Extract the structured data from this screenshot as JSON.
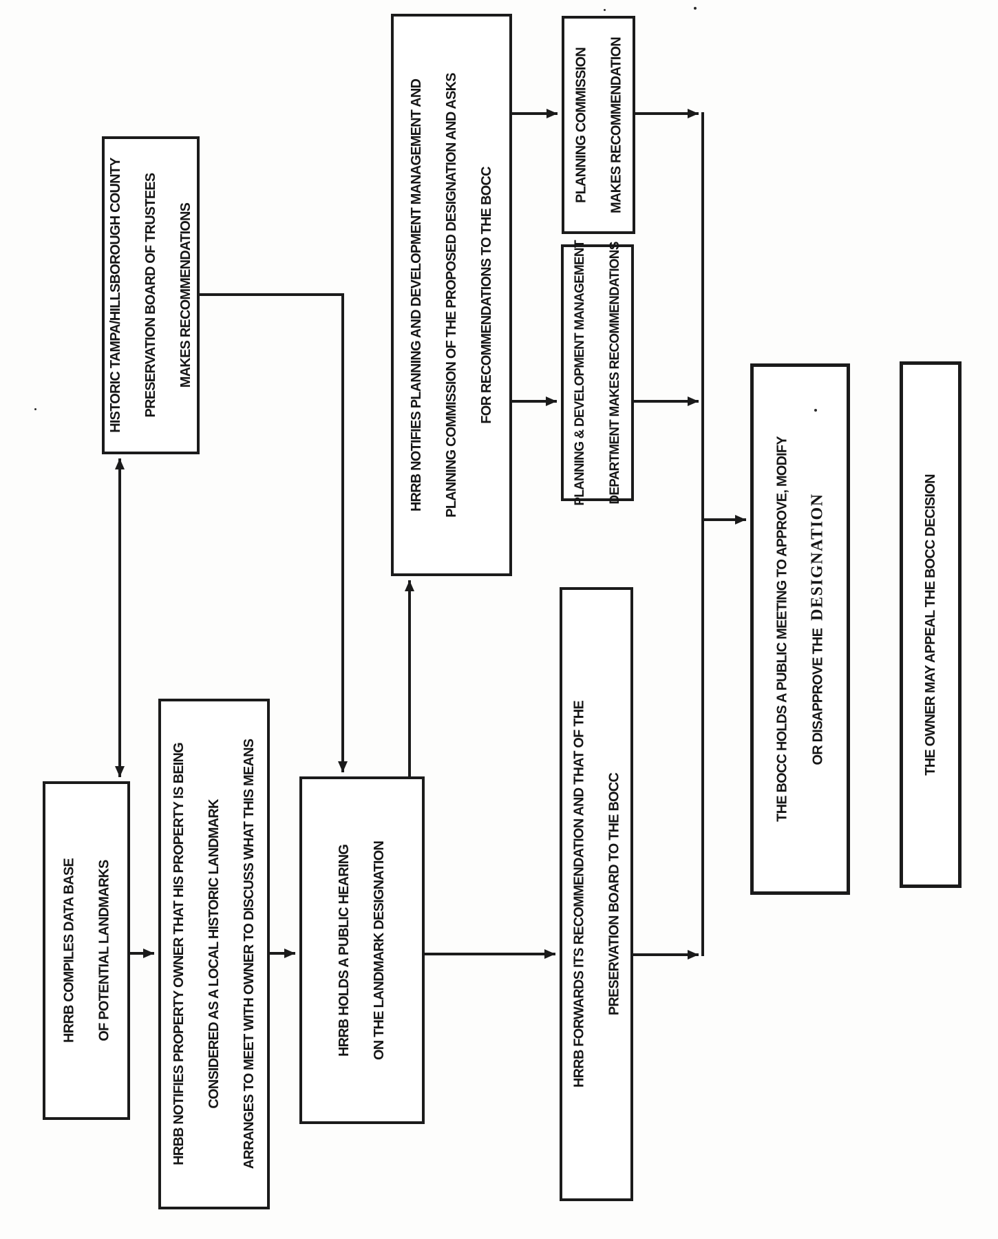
{
  "colors": {
    "ink": "#1b1b1b",
    "paper": "#fdfdfc"
  },
  "boxes": {
    "hrrb_compiles": {
      "lines": [
        "HRRB COMPILES DATA BASE",
        "OF POTENTIAL LANDMARKS"
      ]
    },
    "historic_board": {
      "lines": [
        "HISTORIC TAMPA/HILLSBOROUGH COUNTY",
        "PRESERVATION BOARD OF TRUSTEES",
        "MAKES RECOMMENDATIONS"
      ]
    },
    "owner_notice": {
      "lines": [
        "HRBB NOTIFIES PROPERTY OWNER THAT HIS PROPERTY IS BEING",
        "CONSIDERED AS A LOCAL HISTORIC LANDMARK",
        "ARRANGES TO MEET WITH OWNER TO DISCUSS WHAT THIS MEANS"
      ]
    },
    "public_hearing": {
      "lines": [
        "HRRB HOLDS A PUBLIC HEARING",
        "ON THE LANDMARK DESIGNATION"
      ]
    },
    "notify_agencies": {
      "lines": [
        "HRRB NOTIFIES PLANNING AND DEVELOPMENT MANAGEMENT AND",
        "PLANNING COMMISSION OF THE PROPOSED DESIGNATION AND ASKS",
        "FOR RECOMMENDATIONS TO THE BOCC"
      ]
    },
    "planning_commission": {
      "lines": [
        "PLANNING COMMISSION",
        "MAKES RECOMMENDATION"
      ]
    },
    "planning_dev_dept": {
      "lines": [
        "PLANNING & DEVELOPMENT MANAGEMENT",
        "DEPARTMENT MAKES RECOMMENDATIONS"
      ]
    },
    "hrrb_forwards": {
      "lines": [
        "HRRB FORWARDS ITS RECOMMENDATION AND THAT OF THE",
        "PRESERVATION BOARD TO THE BOCC"
      ]
    },
    "bocc_meeting": {
      "line1": "THE BOCC HOLDS A PUBLIC MEETING TO APPROVE, MODIFY",
      "line2_sans": "OR DISAPPROVE THE",
      "line2_serif": "DESIGNATION"
    },
    "owner_appeal": {
      "lines": [
        "THE OWNER MAY APPEAL THE BOCC DECISION"
      ]
    }
  },
  "edges": [
    {
      "from": "hrrb_compiles",
      "to": "historic_board",
      "style": "two-way"
    },
    {
      "from": "historic_board",
      "to": "public_hearing",
      "style": "one-way"
    },
    {
      "from": "hrrb_compiles",
      "to": "owner_notice",
      "style": "one-way"
    },
    {
      "from": "owner_notice",
      "to": "public_hearing",
      "style": "one-way"
    },
    {
      "from": "public_hearing",
      "to": "notify_agencies",
      "style": "one-way"
    },
    {
      "from": "public_hearing",
      "to": "hrrb_forwards",
      "style": "one-way"
    },
    {
      "from": "notify_agencies",
      "to": "planning_commission",
      "style": "one-way"
    },
    {
      "from": "notify_agencies",
      "to": "planning_dev_dept",
      "style": "one-way"
    },
    {
      "from": "planning_commission",
      "to": "bocc_meeting",
      "style": "one-way"
    },
    {
      "from": "planning_dev_dept",
      "to": "bocc_meeting",
      "style": "one-way"
    },
    {
      "from": "hrrb_forwards",
      "to": "bocc_meeting",
      "style": "one-way"
    }
  ]
}
